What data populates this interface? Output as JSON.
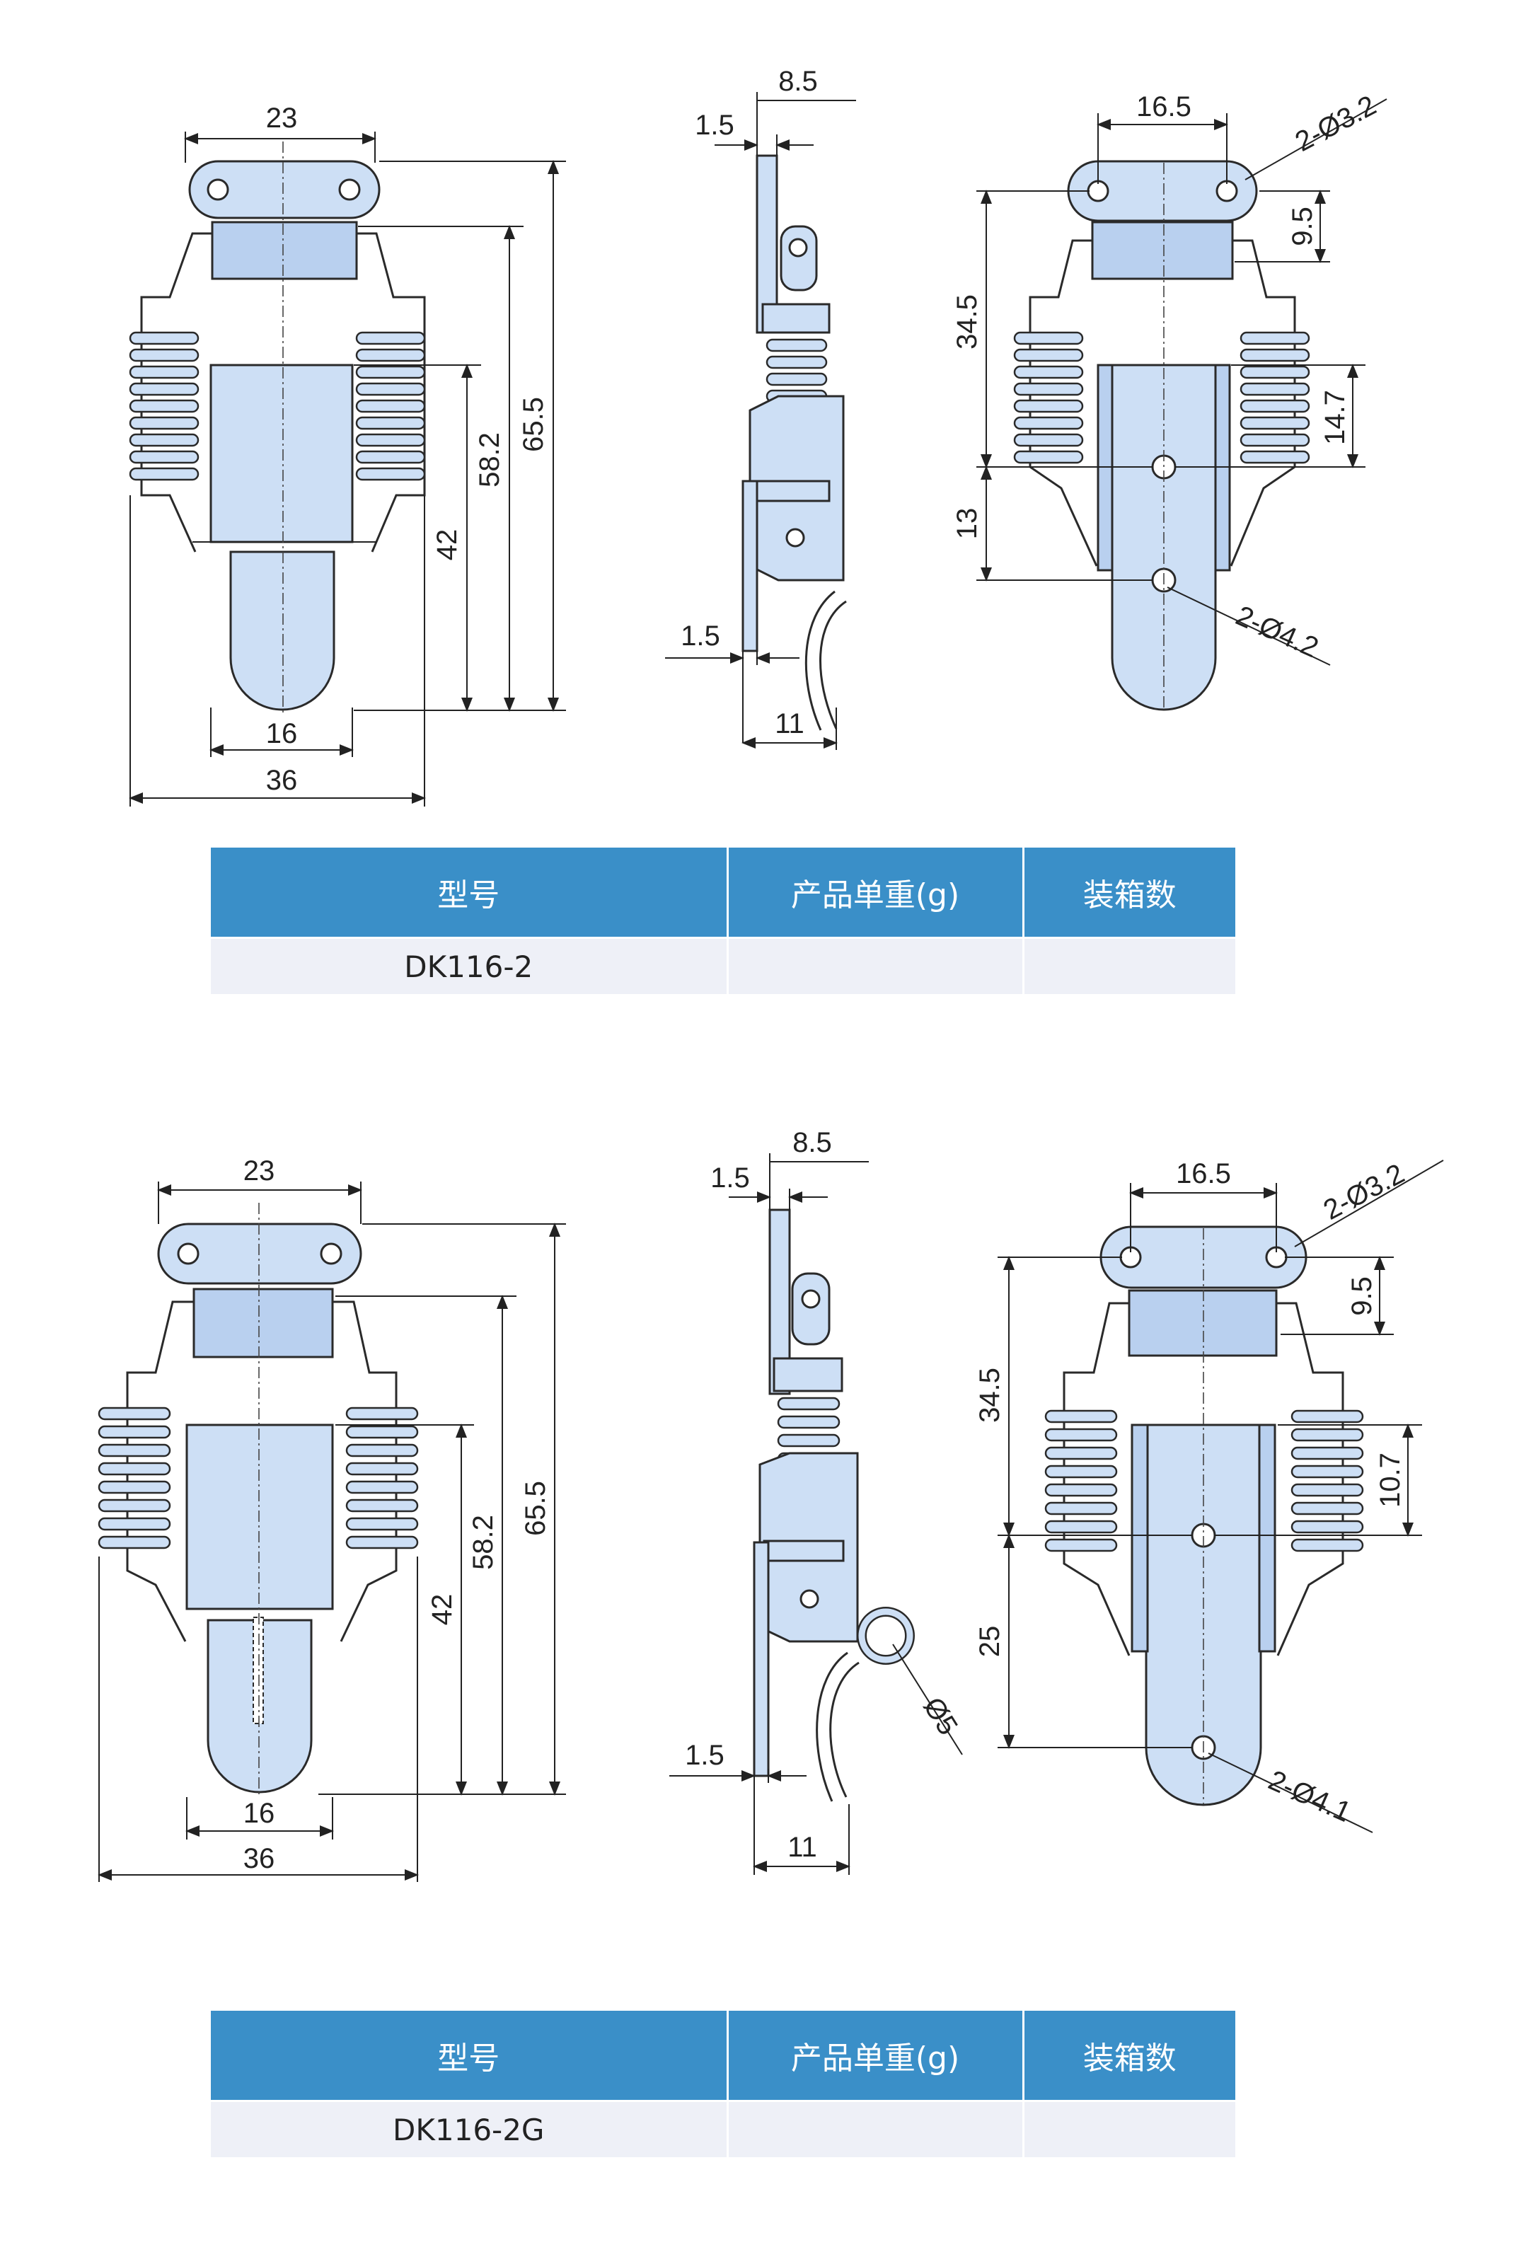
{
  "products": [
    {
      "views": {
        "front": {
          "labels": {
            "top_width": "23",
            "neck_width": "16",
            "overall_width": "36",
            "height_42": "42",
            "height_58": "58.2",
            "height_65": "65.5"
          }
        },
        "side": {
          "labels": {
            "depth": "8.5",
            "thick_top": "1.5",
            "thick_bottom": "1.5",
            "hook_width": "11"
          }
        },
        "rear": {
          "labels": {
            "hole_spacing": "16.5",
            "top_holes": "2-Ø3.2",
            "plate_height": "9.5",
            "upper": "34.5",
            "slot": "14.7",
            "lower": "13",
            "bottom_holes": "2-Ø4.2"
          }
        }
      },
      "table": {
        "headers": [
          "型号",
          "产品单重(g)",
          "装箱数"
        ],
        "row": [
          "DK116-2",
          "",
          ""
        ]
      }
    },
    {
      "views": {
        "front": {
          "labels": {
            "top_width": "23",
            "neck_width": "16",
            "overall_width": "36",
            "height_42": "42",
            "height_58": "58.2",
            "height_65": "65.5"
          }
        },
        "side": {
          "labels": {
            "depth": "8.5",
            "thick_top": "1.5",
            "thick_bottom": "1.5",
            "hook_width": "11",
            "ring": "Ø5"
          }
        },
        "rear": {
          "labels": {
            "hole_spacing": "16.5",
            "top_holes": "2-Ø3.2",
            "plate_height": "9.5",
            "upper": "34.5",
            "slot": "10.7",
            "lower": "25",
            "bottom_holes": "2-Ø4.1"
          }
        }
      },
      "table": {
        "headers": [
          "型号",
          "产品单重(g)",
          "装箱数"
        ],
        "row": [
          "DK116-2G",
          "",
          ""
        ]
      }
    }
  ],
  "colors": {
    "part_fill": "#cddff5",
    "header_bg": "#3a8fc8",
    "row_bg": "#eef0f7",
    "line": "#2a2a2a"
  }
}
